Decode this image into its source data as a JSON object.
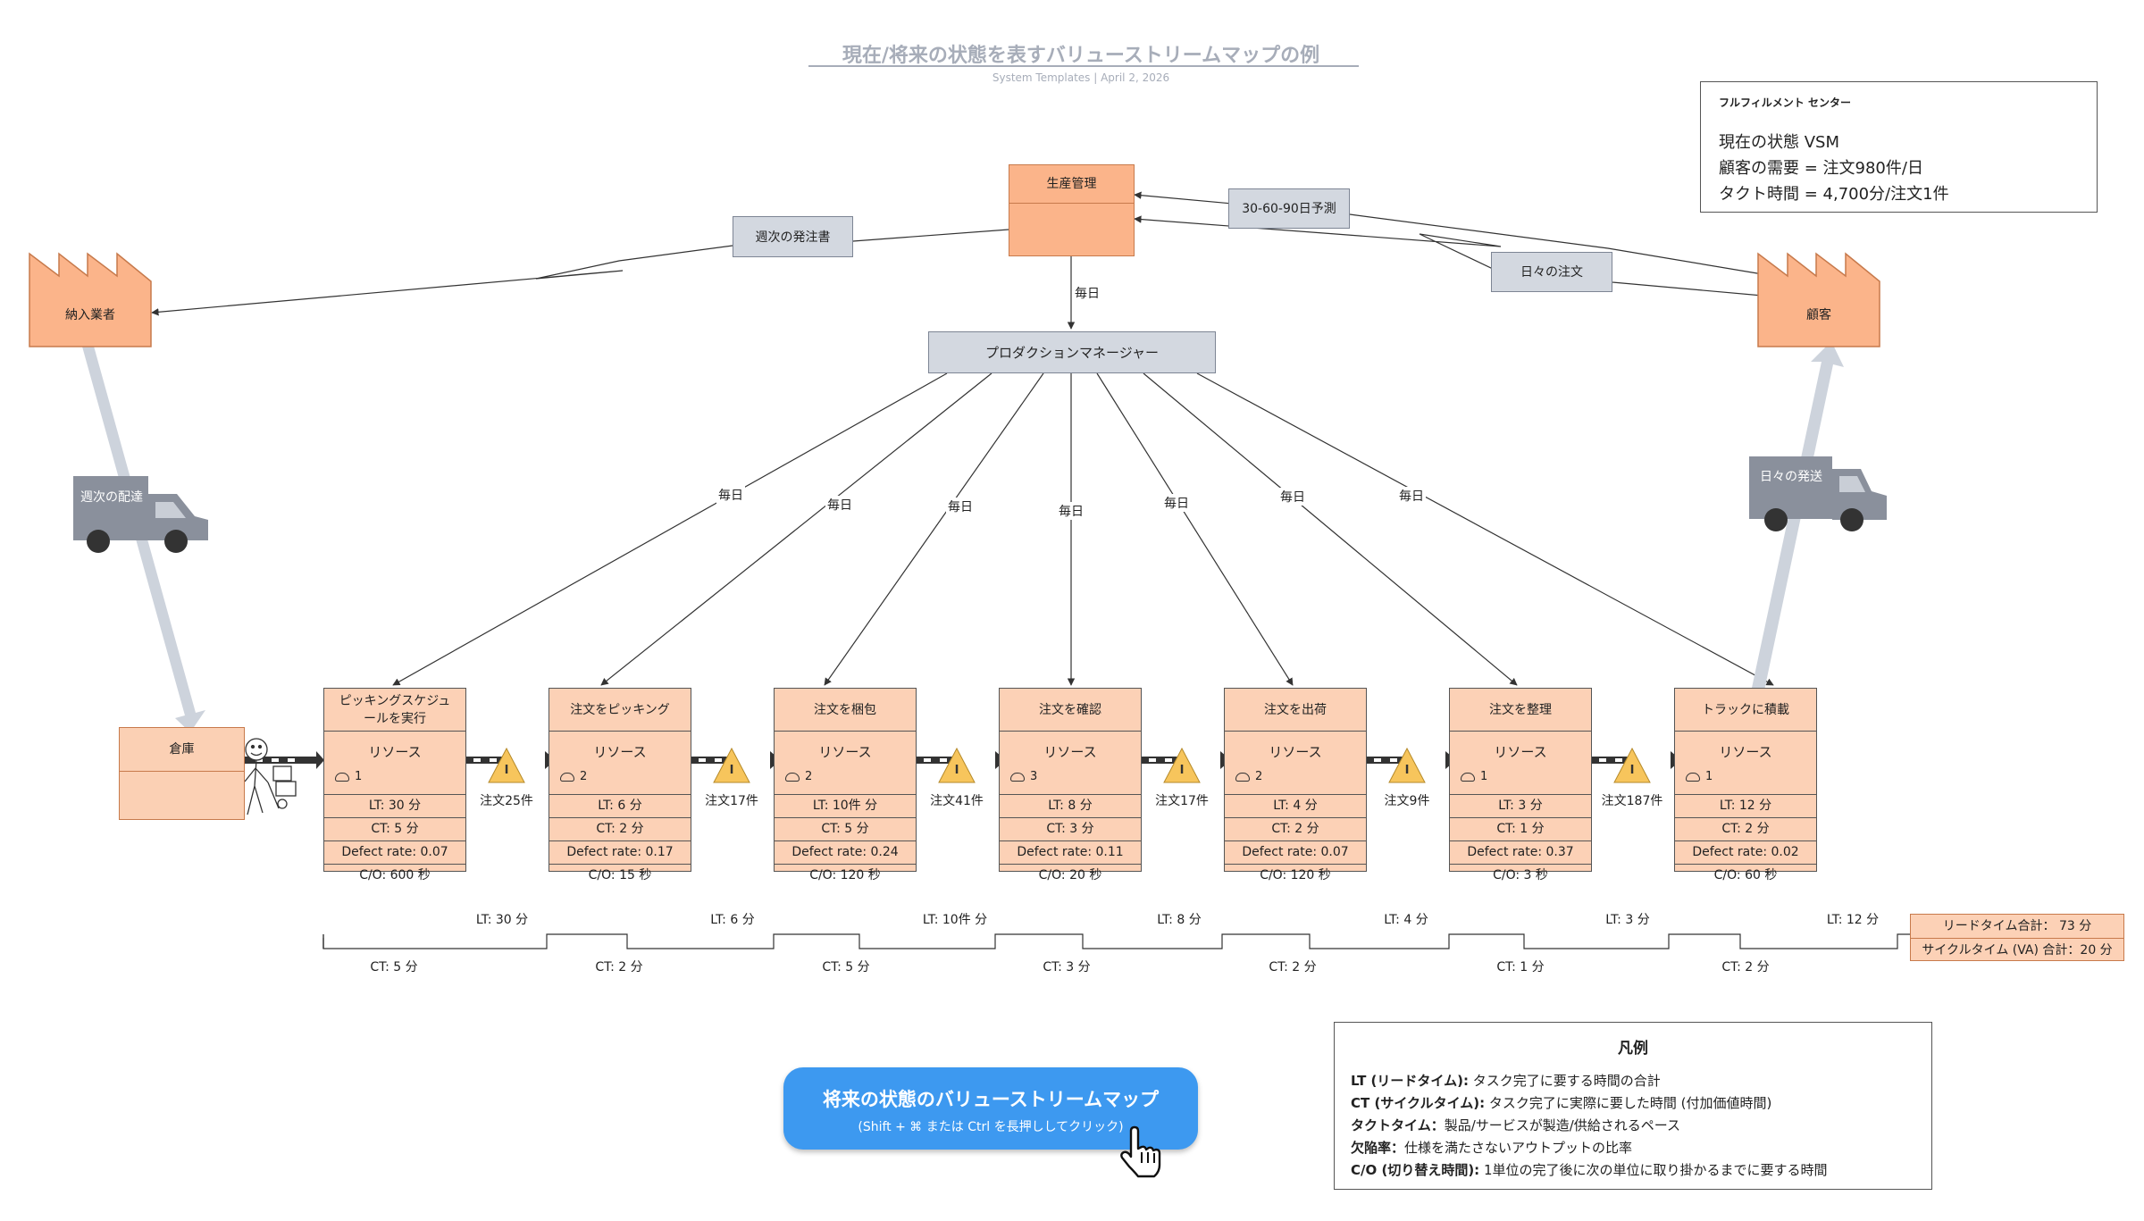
{
  "header": {
    "title": "現在/将来の状態を表すバリューストリームマップの例",
    "subtitle": "System Templates  |  April 2, 2026"
  },
  "info_box": {
    "heading": "フルフィルメント センター",
    "lines": [
      "現在の状態 VSM",
      "顧客の需要 = 注文980件/日",
      "タクト時間 = 4,700分/注文1件"
    ]
  },
  "entities": {
    "production_control": "生産管理",
    "supplier": "納入業者",
    "customer": "顧客",
    "warehouse": "倉庫",
    "production_manager": "プロダクションマネージャー"
  },
  "info_flows": {
    "forecast": "30-60-90日予測",
    "weekly_po": "週次の発注書",
    "daily_order": "日々の注文",
    "daily": "毎日"
  },
  "trucks": {
    "weekly_delivery": "週次の配達",
    "daily_shipping": "日々の発送"
  },
  "processes": [
    {
      "title": "ピッキングスケジュ　ールを実行",
      "resource": "リソース",
      "operators": "1",
      "lt": "LT: 30 分",
      "ct": "CT: 5 分",
      "defect": "Defect rate: 0.07",
      "co": "C/O: 600 秒"
    },
    {
      "title": "注文をピッキング",
      "resource": "リソース",
      "operators": "2",
      "lt": "LT: 6 分",
      "ct": "CT: 2 分",
      "defect": "Defect rate: 0.17",
      "co": "C/O: 15 秒"
    },
    {
      "title": "注文を梱包",
      "resource": "リソース",
      "operators": "2",
      "lt": "LT: 10件 分",
      "ct": "CT: 5 分",
      "defect": "Defect rate: 0.24",
      "co": "C/O: 120 秒"
    },
    {
      "title": "注文を確認",
      "resource": "リソース",
      "operators": "3",
      "lt": "LT: 8 分",
      "ct": "CT: 3 分",
      "defect": "Defect rate: 0.11",
      "co": "C/O: 20 秒"
    },
    {
      "title": "注文を出荷",
      "resource": "リソース",
      "operators": "2",
      "lt": "LT: 4 分",
      "ct": "CT: 2 分",
      "defect": "Defect rate: 0.07",
      "co": "C/O: 120 秒"
    },
    {
      "title": "注文を整理",
      "resource": "リソース",
      "operators": "1",
      "lt": "LT: 3 分",
      "ct": "CT: 1 分",
      "defect": "Defect rate: 0.37",
      "co": "C/O: 3 秒"
    },
    {
      "title": "トラックに積載",
      "resource": "リソース",
      "operators": "1",
      "lt": "LT: 12 分",
      "ct": "CT: 2 分",
      "defect": "Defect rate: 0.02",
      "co": "C/O: 60 秒"
    }
  ],
  "inventory": [
    "注文25件",
    "注文17件",
    "注文41件",
    "注文17件",
    "注文9件",
    "注文187件"
  ],
  "inventory_icon_letter": "I",
  "timeline": {
    "lt_labels": [
      "LT: 30 分",
      "LT: 6 分",
      "LT: 10件 分",
      "LT: 8 分",
      "LT: 4 分",
      "LT: 3 分",
      "LT: 12 分"
    ],
    "ct_labels": [
      "CT: 5 分",
      "CT: 2 分",
      "CT: 5 分",
      "CT: 3 分",
      "CT: 2 分",
      "CT: 1 分",
      "CT: 2 分"
    ],
    "lead_time_total": "リードタイム合計： 73 分",
    "cycle_time_total": "サイクルタイム (VA) 合計：20 分"
  },
  "legend": {
    "title": "凡例",
    "items": [
      {
        "term": "LT (リードタイム):",
        "desc": " タスク完了に要する時間の合計"
      },
      {
        "term": "CT (サイクルタイム):",
        "desc": " タスク完了に実際に要した時間 (付加価値時間)"
      },
      {
        "term": "タクトタイム：",
        "desc": "製品/サービスが製造/供給されるペース"
      },
      {
        "term": "欠陥率：",
        "desc": "仕様を満たさないアウトプットの比率"
      },
      {
        "term": "C/O (切り替え時間):",
        "desc": " 1単位の完了後に次の単位に取り掛かるまでに要する時間"
      }
    ]
  },
  "future_button": {
    "label": "将来の状態のバリューストリームマップ",
    "hint": "(Shift + ⌘ または Ctrl を長押ししてクリック)"
  },
  "colors": {
    "orange": "#fbb48a",
    "light_orange": "#fcd1b6",
    "gray_box": "#d3d8e0",
    "push_arrow": "#cdd3dc",
    "inventory_triangle": "#f7c55c",
    "button_blue": "#3d99f0"
  },
  "icons": [
    "factory-icon",
    "truck-icon",
    "operator-icon",
    "push-arrow-icon",
    "inventory-icon",
    "hand-cursor-icon"
  ]
}
